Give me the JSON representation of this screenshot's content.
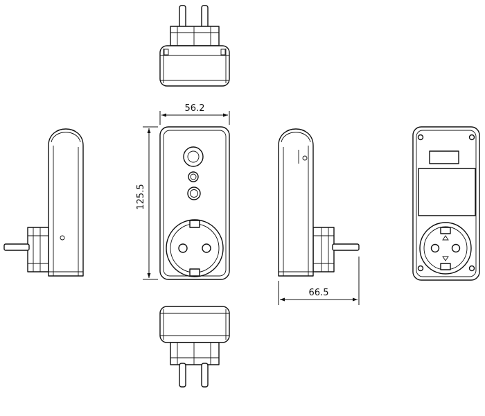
{
  "dimensions": {
    "width": "56.2",
    "height": "125.5",
    "depth": "66.5"
  },
  "colors": {
    "line": "#111111",
    "background": "#ffffff"
  }
}
